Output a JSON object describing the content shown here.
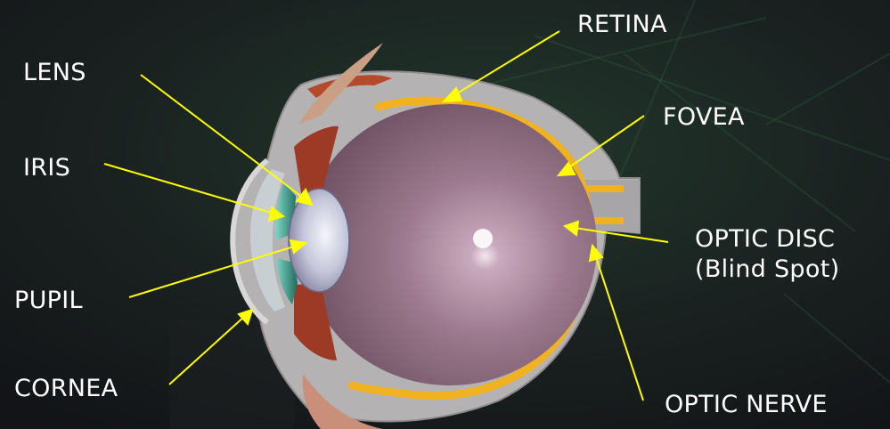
{
  "diagram": {
    "labels": {
      "retina": "RETINA",
      "lens": "LENS",
      "fovea": "FOVEA",
      "iris": "IRIS",
      "optic_disc_line1": "OPTIC DISC",
      "optic_disc_line2": "(Blind Spot)",
      "pupil": "PUPIL",
      "cornea": "CORNEA",
      "optic_nerve": "OPTIC NERVE"
    },
    "colors": {
      "background": "#16181c",
      "background_glow": "#1f3a2c",
      "label_text": "#ffffff",
      "pointer": "#ffff00",
      "sclera": "#b5b2b4",
      "vitreous": "#8c6a7f",
      "retina_line": "#f0b220",
      "iris": "#2f8f80",
      "lens": "#dde0ec",
      "ciliary": "#9c3a26"
    }
  }
}
